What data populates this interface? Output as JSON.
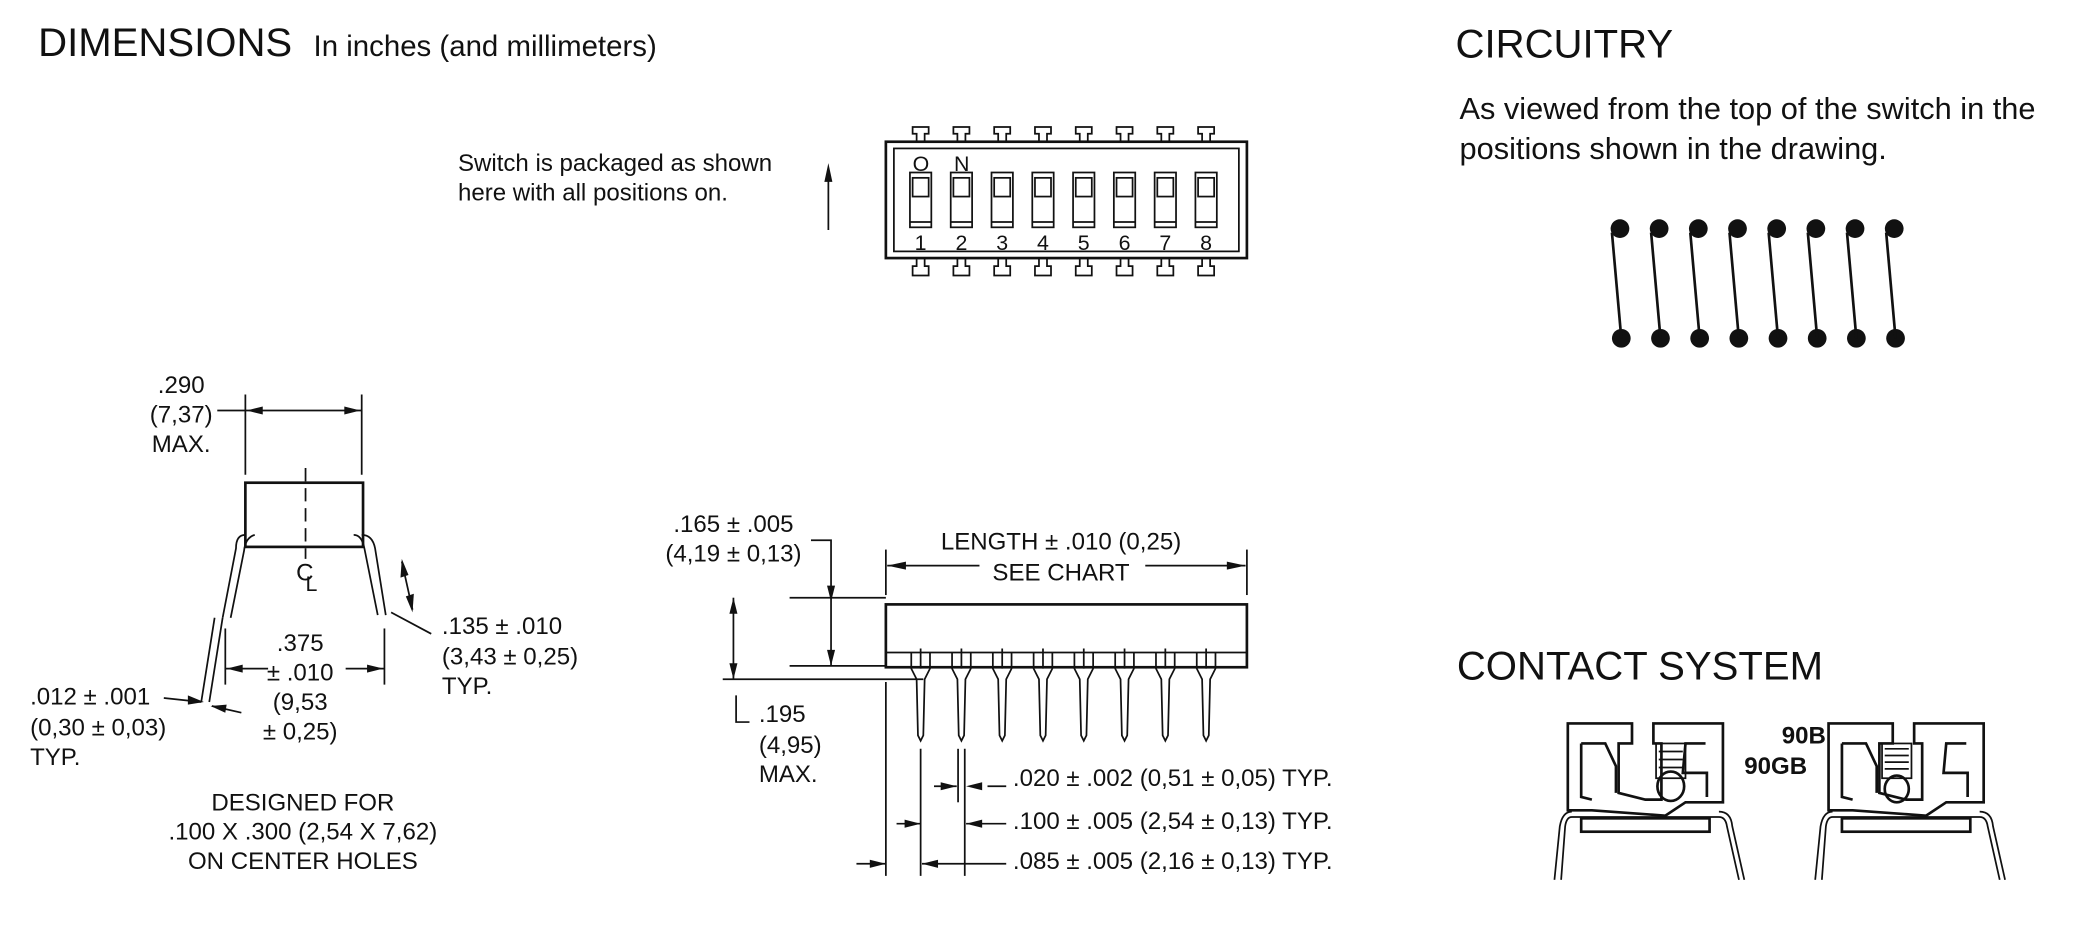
{
  "dimensions": {
    "title": "DIMENSIONS",
    "subtitle": "In inches (and millimeters)",
    "package_note": [
      "Switch is packaged as shown",
      "here with all positions on."
    ],
    "on_label": [
      "O",
      "N"
    ],
    "positions": [
      "1",
      "2",
      "3",
      "4",
      "5",
      "6",
      "7",
      "8"
    ],
    "width_dim": [
      ".290",
      "(7,37)",
      "MAX."
    ],
    "centerline": "CL",
    "row_spacing": [
      ".375",
      "± .010",
      "(9,53",
      "± 0,25)"
    ],
    "lead_length": [
      ".135 ± .010",
      "(3,43 ± 0,25)",
      "TYP."
    ],
    "lead_thickness": [
      ".012 ± .001",
      "(0,30 ± 0,03)",
      "TYP."
    ],
    "designed_for": [
      "DESIGNED FOR",
      ".100 X .300 (2,54 X 7,62)",
      "ON CENTER HOLES"
    ],
    "height_dim": [
      ".165 ± .005",
      "(4,19 ± 0,13)"
    ],
    "length_dim": [
      "LENGTH ± .010 (0,25)",
      "SEE CHART"
    ],
    "max_height": [
      ".195",
      "(4,95)",
      "MAX."
    ],
    "pin_width": ".020 ± .002 (0,51 ± 0,05) TYP.",
    "pin_pitch": ".100 ± .005 (2,54 ± 0,13) TYP.",
    "end_offset": ".085 ± .005 (2,16 ± 0,13) TYP."
  },
  "circuitry": {
    "title": "CIRCUITRY",
    "description": [
      "As viewed from the top of the switch in the",
      "positions shown in the drawing."
    ],
    "switch_count": 8
  },
  "contact_system": {
    "title": "CONTACT SYSTEM",
    "models": [
      "90B",
      "90GB"
    ]
  }
}
